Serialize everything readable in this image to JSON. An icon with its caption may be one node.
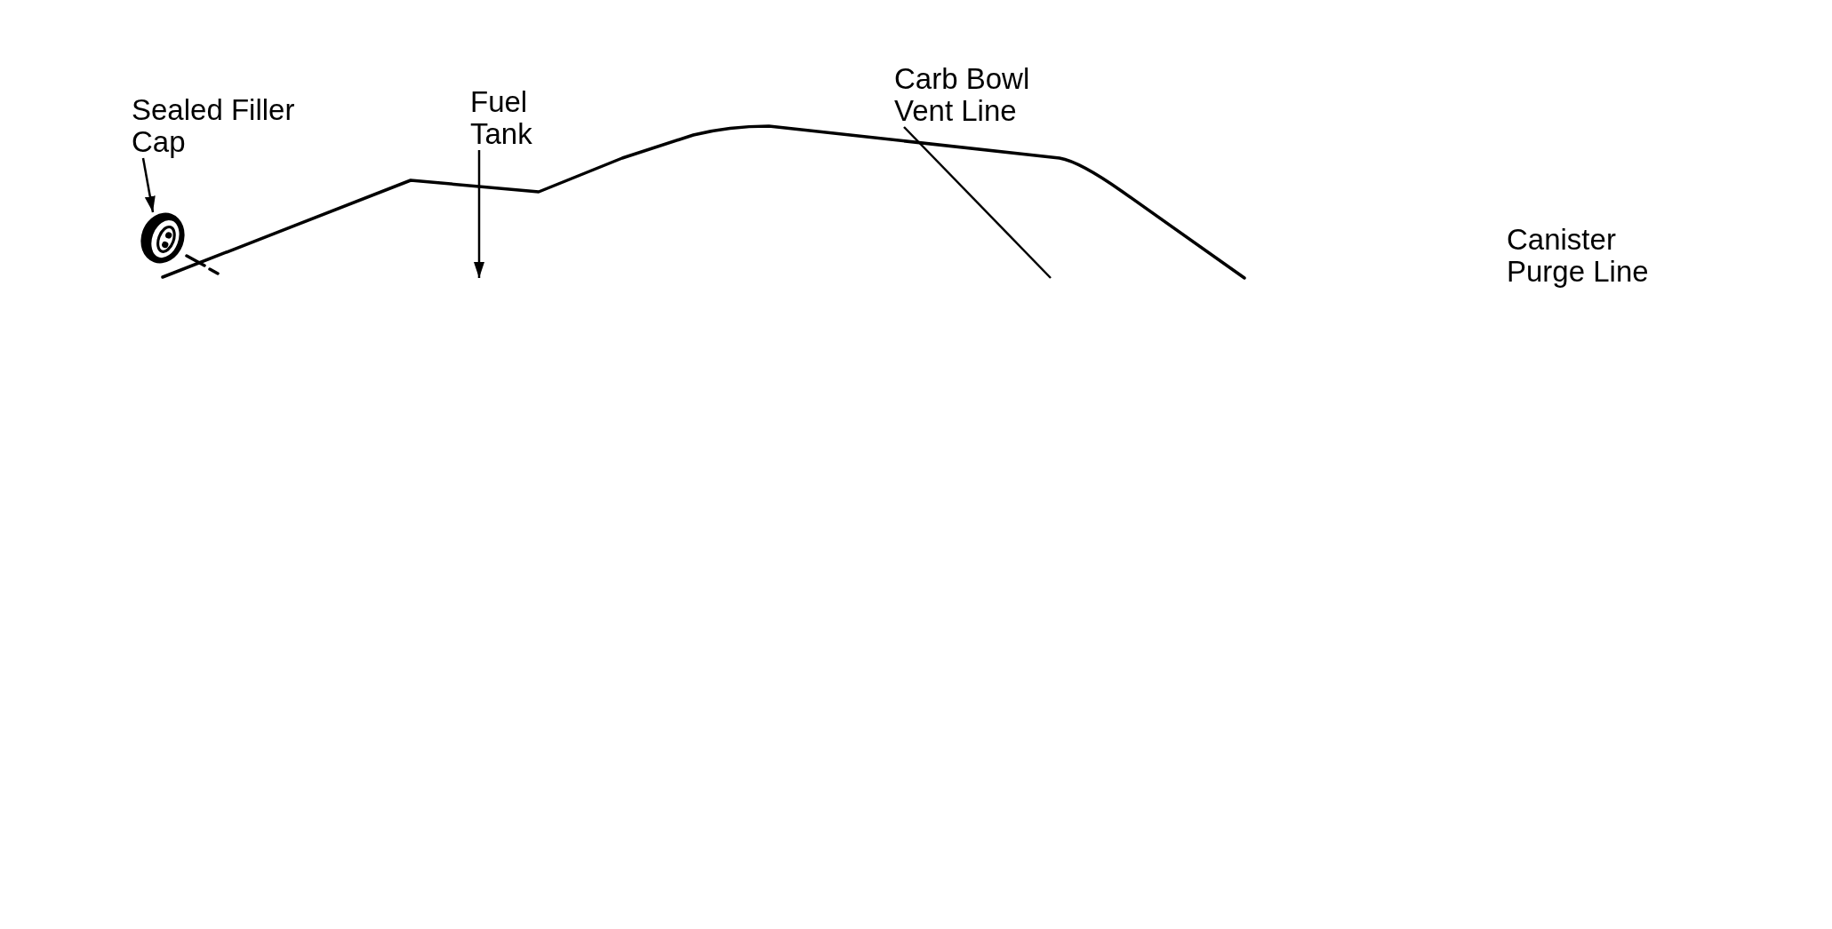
{
  "diagram": {
    "nodes": [
      {
        "text": [
          "Sealed Filler Cap"
        ]
      },
      {
        "text": [],
        "shape": "picture"
      },
      {
        "text": [
          "Fuel Tank"
        ]
      },
      {
        "text": [
          "Carb Bowl Vent Line"
        ]
      }
    ],
    "edges": [
      {
        "from": 0,
        "to": 1,
        "arrow": "to"
      },
      {
        "from": 2,
        "to": null,
        "arrow": "to"
      },
      {
        "from": 3,
        "to": null,
        "arrow": "none"
      }
    ],
    "labels": [
      "Canister Purge Line"
    ]
  }
}
